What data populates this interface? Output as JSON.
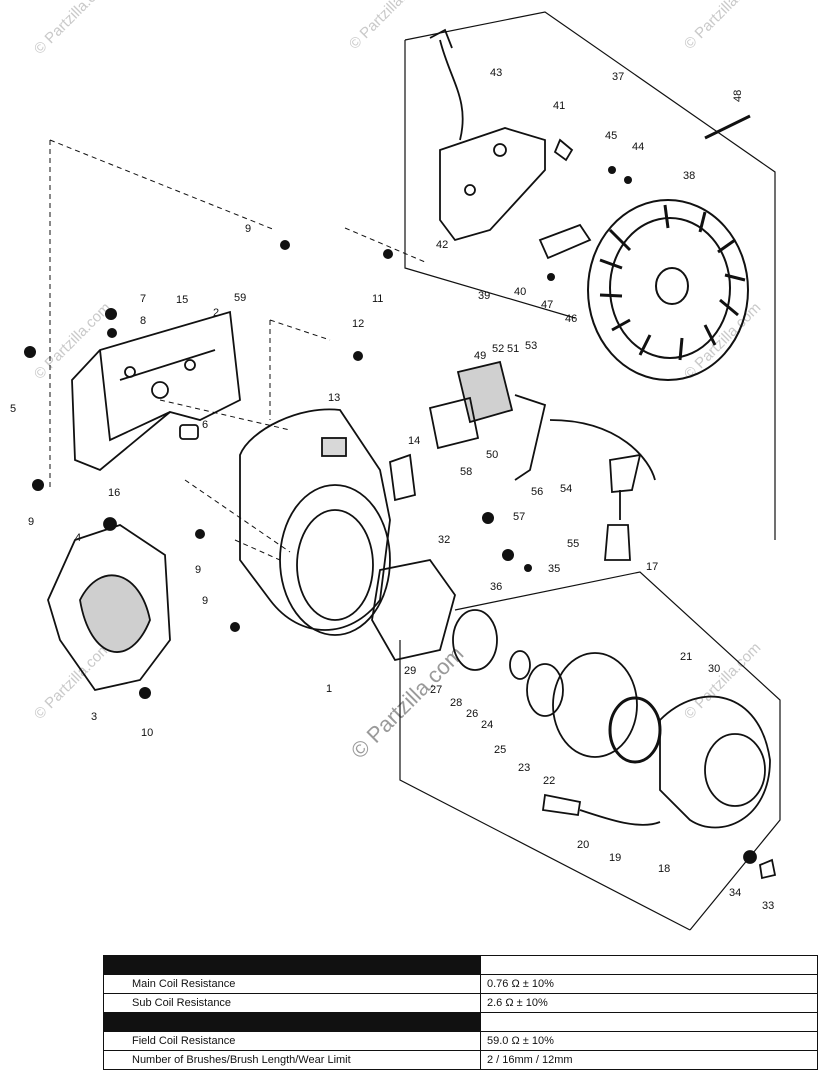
{
  "watermark": {
    "text": "© Partzilla.com",
    "center_text": "© Partzilla.com"
  },
  "callouts": [
    "43",
    "37",
    "48",
    "41",
    "45",
    "44",
    "38",
    "42",
    "40",
    "47",
    "39",
    "46",
    "9",
    "59",
    "11",
    "12",
    "7",
    "15",
    "8",
    "2",
    "5",
    "6",
    "16",
    "9",
    "13",
    "14",
    "49",
    "52",
    "51",
    "53",
    "50",
    "58",
    "56",
    "57",
    "54",
    "55",
    "35",
    "36",
    "32",
    "4",
    "9",
    "9",
    "17",
    "21",
    "30",
    "29",
    "27",
    "28",
    "26",
    "24",
    "25",
    "23",
    "22",
    "3",
    "10",
    "1",
    "20",
    "19",
    "18",
    "34",
    "33"
  ],
  "spec_table": {
    "rows": [
      {
        "label": "",
        "value": "",
        "dark": true
      },
      {
        "label": "Main Coil Resistance",
        "value": "0.76 Ω ± 10%",
        "dark": false
      },
      {
        "label": "Sub Coil Resistance",
        "value": "2.6 Ω ± 10%",
        "dark": false
      },
      {
        "label": "",
        "value": "",
        "dark": true
      },
      {
        "label": "Field Coil Resistance",
        "value": "59.0 Ω ± 10%",
        "dark": false
      },
      {
        "label": "Number of Brushes/Brush Length/Wear Limit",
        "value": "2 / 16mm / 12mm",
        "dark": false
      }
    ]
  }
}
